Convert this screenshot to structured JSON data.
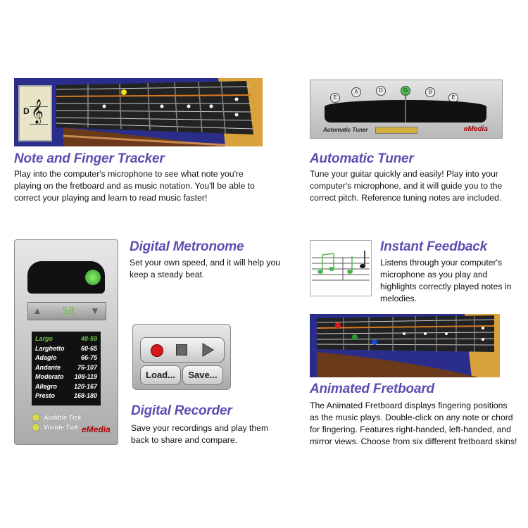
{
  "colors": {
    "accent_title": "#5a4fb0",
    "fretboard_blue": "#2a2e8a",
    "tuner_green": "#2a9a2a"
  },
  "features": {
    "tracker": {
      "title": "Note and Finger Tracker",
      "description": "Play into the computer's microphone to see what note you're playing on the fretboard and as music notation. You'll be able to correct your playing and learn to read music faster!",
      "note_label": "D"
    },
    "tuner": {
      "title": "Automatic Tuner",
      "description": "Tune your guitar quickly and easily! Play into your computer's microphone, and it will guide you to the correct pitch. Reference tuning notes are included.",
      "notes": [
        "E",
        "A",
        "D",
        "G",
        "B",
        "E"
      ],
      "panel_label": "Automatic Tuner",
      "brand": "eMedia"
    },
    "metronome": {
      "title": "Digital Metronome",
      "description": "Set your own speed, and it will help you keep a steady beat.",
      "bpm": "58",
      "tempos": [
        {
          "name": "Largo",
          "range": "40-59"
        },
        {
          "name": "Larghetto",
          "range": "60-65"
        },
        {
          "name": "Adagio",
          "range": "66-75"
        },
        {
          "name": "Andante",
          "range": "76-107"
        },
        {
          "name": "Moderato",
          "range": "108-119"
        },
        {
          "name": "Allegro",
          "range": "120-167"
        },
        {
          "name": "Presto",
          "range": "168-180"
        }
      ],
      "audible_tick": "Audible Tick",
      "visible_tick": "Visible Tick",
      "brand": "eMedia"
    },
    "feedback": {
      "title": "Instant Feedback",
      "description": "Listens through your computer's microphone as you play and highlights correctly played notes in melodies."
    },
    "recorder": {
      "title": "Digital Recorder",
      "description": "Save your recordings and play them back to share and compare.",
      "load_label": "Load...",
      "save_label": "Save..."
    },
    "fretboard": {
      "title": "Animated Fretboard",
      "description": "The Animated Fretboard displays fingering positions as the music plays. Double-click on any note or chord for fingering. Features right-handed, left-handed, and mirror views. Choose from six different fretboard skins!"
    }
  }
}
